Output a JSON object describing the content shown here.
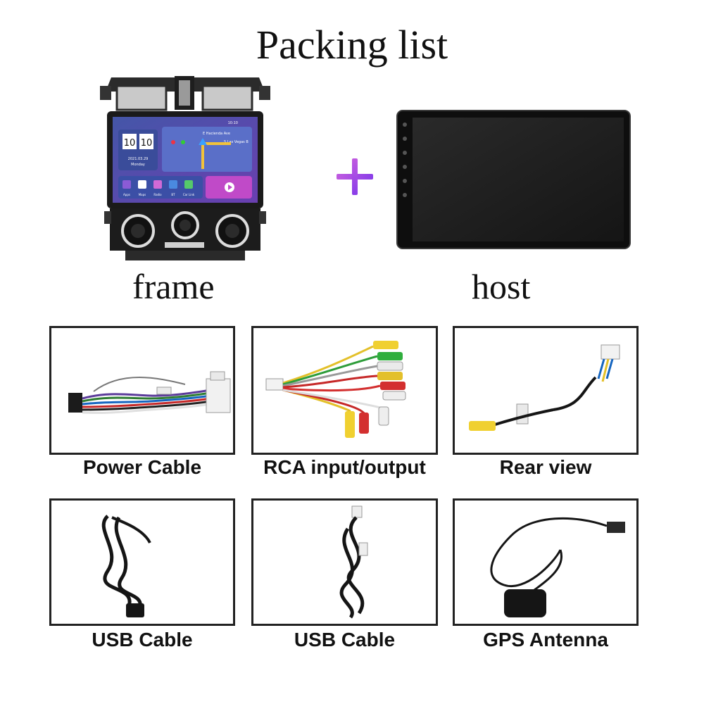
{
  "title": "Packing list",
  "top": {
    "frame_label": "frame",
    "host_label": "host",
    "screen_time_h": "10",
    "screen_time_m": "10",
    "screen_date": "2021.03.29",
    "screen_day": "Monday",
    "screen_status_time": "10:10",
    "screen_nav_street1": "E Hacienda Ave",
    "screen_nav_street2": "S Las Vegas B",
    "screen_apps": [
      "Apps",
      "Maps",
      "Radio",
      "BT",
      "Car Link"
    ]
  },
  "items": [
    {
      "label": "Power Cable"
    },
    {
      "label": "RCA input/output"
    },
    {
      "label": "Rear view"
    },
    {
      "label": "USB Cable"
    },
    {
      "label": "USB Cable"
    },
    {
      "label": "GPS Antenna"
    }
  ]
}
